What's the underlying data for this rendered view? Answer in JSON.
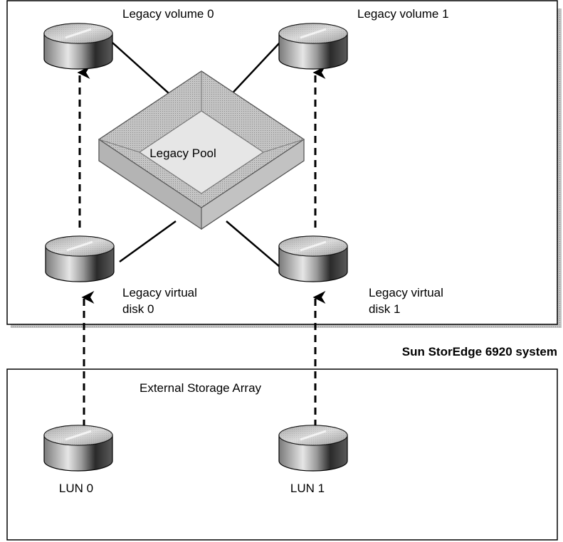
{
  "diagram": {
    "system_label": "Sun StorEdge 6920 system",
    "external_label": "External Storage Array",
    "pool_label": "Legacy Pool",
    "volume0_label": "Legacy volume 0",
    "volume1_label": "Legacy volume 1",
    "vdisk0_line1": "Legacy virtual",
    "vdisk0_line2": "disk 0",
    "vdisk1_line1": "Legacy virtual",
    "vdisk1_line2": "disk 1",
    "lun0_label": "LUN 0",
    "lun1_label": "LUN 1"
  }
}
